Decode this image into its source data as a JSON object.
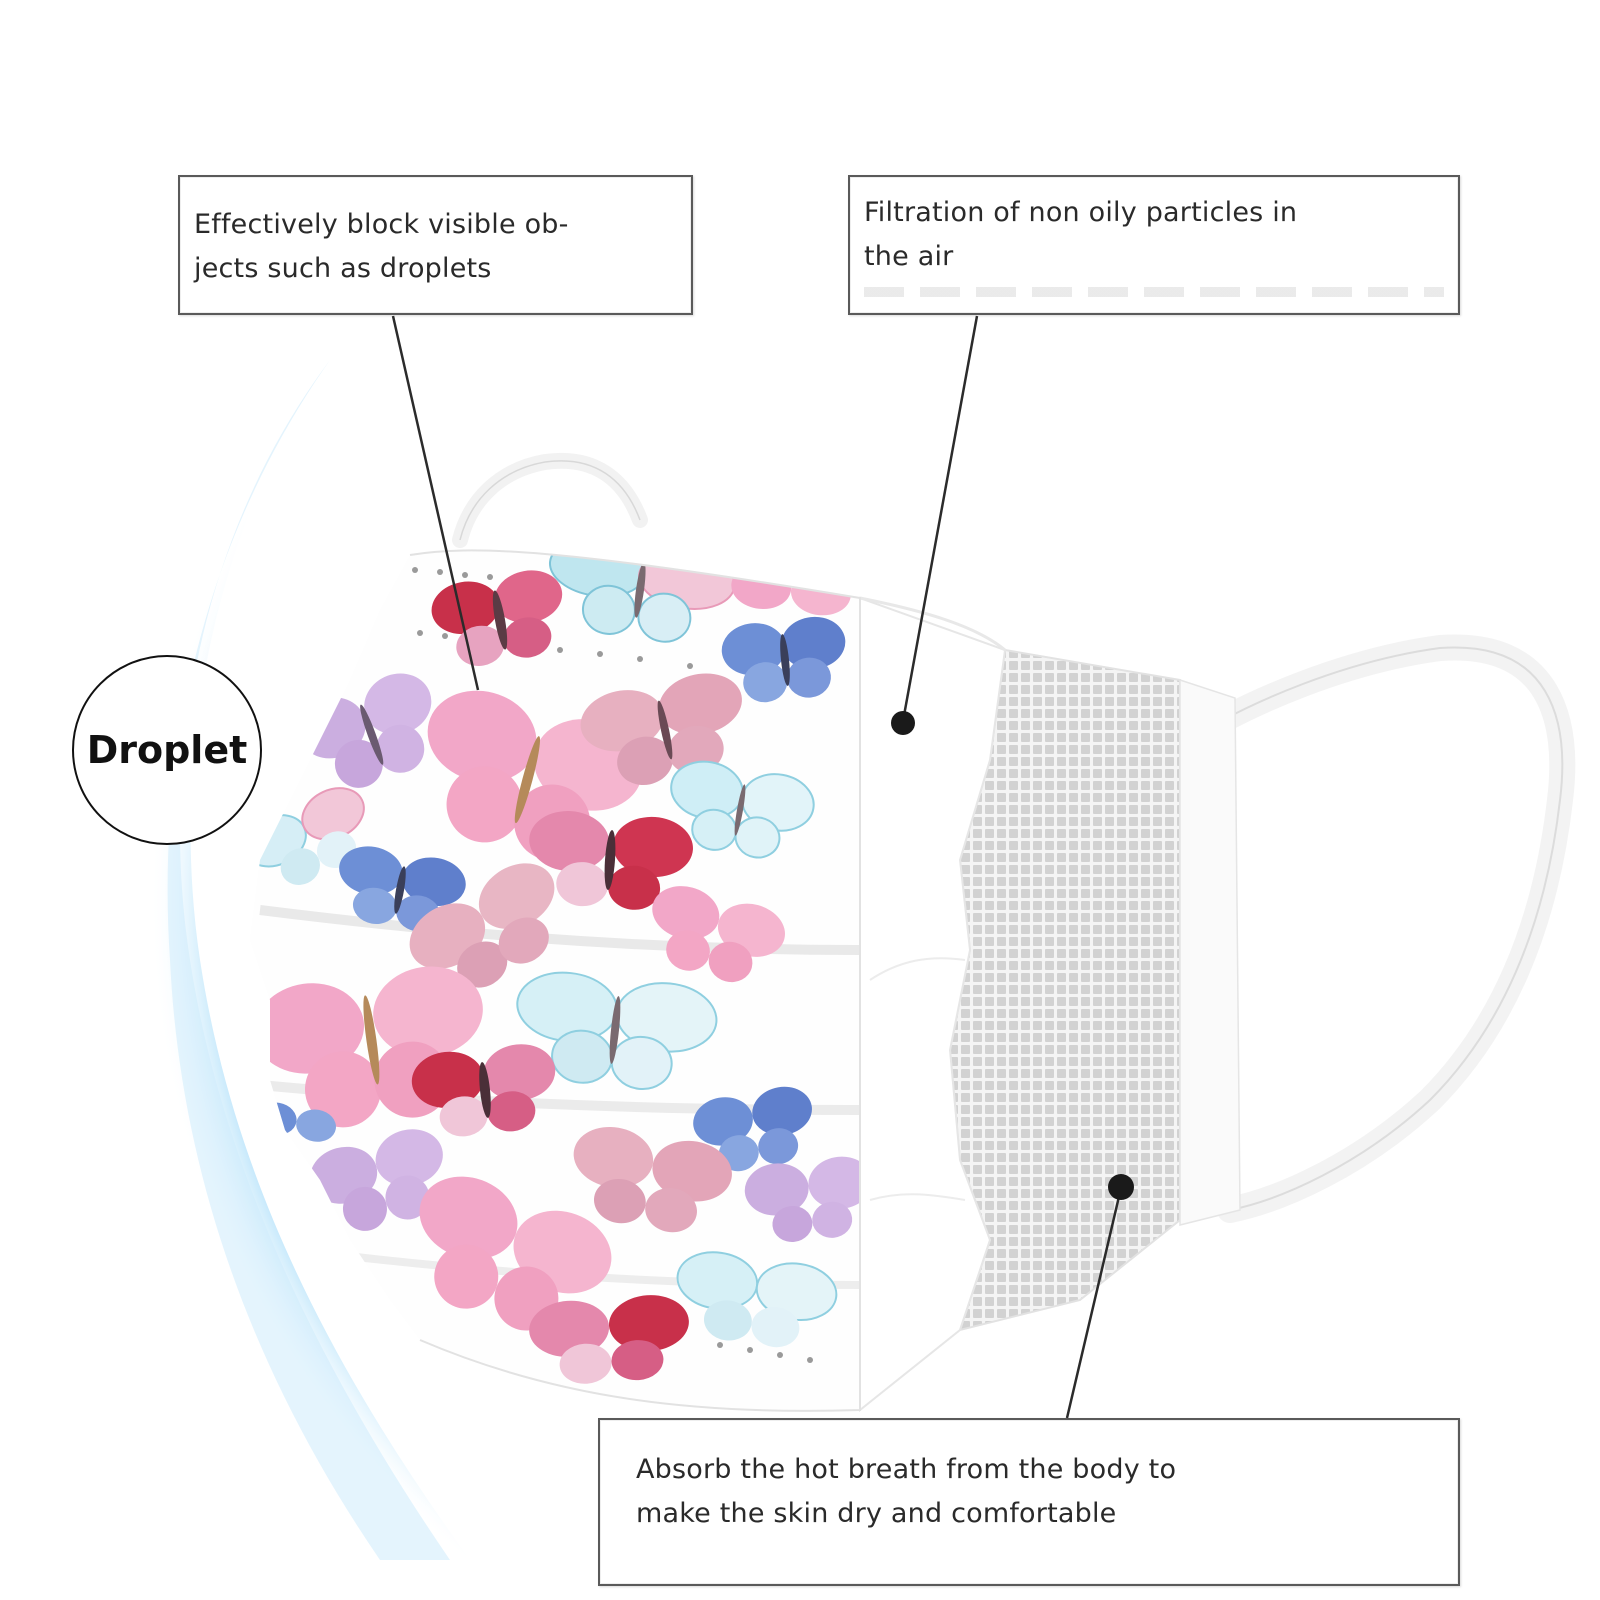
{
  "callouts": {
    "top_left": {
      "line1": "Effectively block visible ob-",
      "line2": "jects such as droplets"
    },
    "top_right": {
      "line1": "Filtration of non oily particles in",
      "line2": "the air"
    },
    "bottom": {
      "line1": "Absorb the hot breath from the body to",
      "line2": "make the skin dry and comfortable"
    }
  },
  "badge": {
    "label": "Droplet"
  },
  "colors": {
    "shield_blue": "#cfeefd",
    "butterfly_pink": "#f2a7c8",
    "butterfly_blue": "#6d8fd6",
    "butterfly_cyan": "#9fd6e6",
    "butterfly_red": "#c8304a",
    "butterfly_violet": "#cbaee0",
    "mesh_gray": "#c9c9c9",
    "leader_line": "#2b2b2b"
  }
}
